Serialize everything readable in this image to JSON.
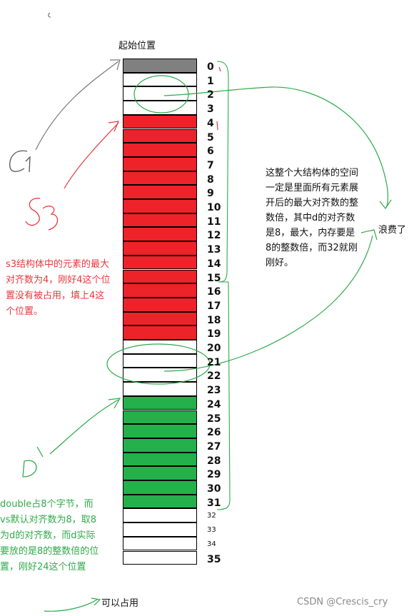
{
  "title": "起始位置",
  "memory": {
    "indices": [
      "0",
      "1",
      "2",
      "3",
      "4",
      "5",
      "6",
      "7",
      "8",
      "9",
      "10",
      "11",
      "12",
      "13",
      "14",
      "15",
      "16",
      "17",
      "18",
      "19",
      "20",
      "21",
      "22",
      "23",
      "24",
      "25",
      "26",
      "27",
      "28",
      "29",
      "30",
      "31",
      "32",
      "33",
      "34",
      "35"
    ],
    "cells": [
      "gray",
      "white",
      "white",
      "white",
      "red",
      "red",
      "red",
      "red",
      "red",
      "red",
      "red",
      "red",
      "red",
      "red",
      "red",
      "red",
      "red",
      "red",
      "red",
      "red",
      "white",
      "white",
      "white",
      "white",
      "green",
      "green",
      "green",
      "green",
      "green",
      "green",
      "green",
      "green",
      "white",
      "white",
      "white",
      "white"
    ]
  },
  "colors": {
    "gray": "#808080",
    "red": "#ee2229",
    "green": "#24b04a",
    "white": "#ffffff"
  },
  "notes": {
    "red": "s3结构体中的元素的最大对齐数为4，刚好4这个位置没有被占用，填上4这个位置。",
    "green": "double占8个字节，而vs默认对齐数为8，取8为d的对齐数，而d实际要放的是8的整数倍的位置，刚好24这个位置",
    "black": "这整个大结构体的空间一定是里面所有元素展开后的最大对齐数的整数倍，其中d的对齐数是8，最大，内存要是8的整数倍，而32就刚刚好。"
  },
  "labels": {
    "waste": "浪费了",
    "can_use": "可以占用",
    "watermark": "CSDN @Crescis_cry"
  }
}
